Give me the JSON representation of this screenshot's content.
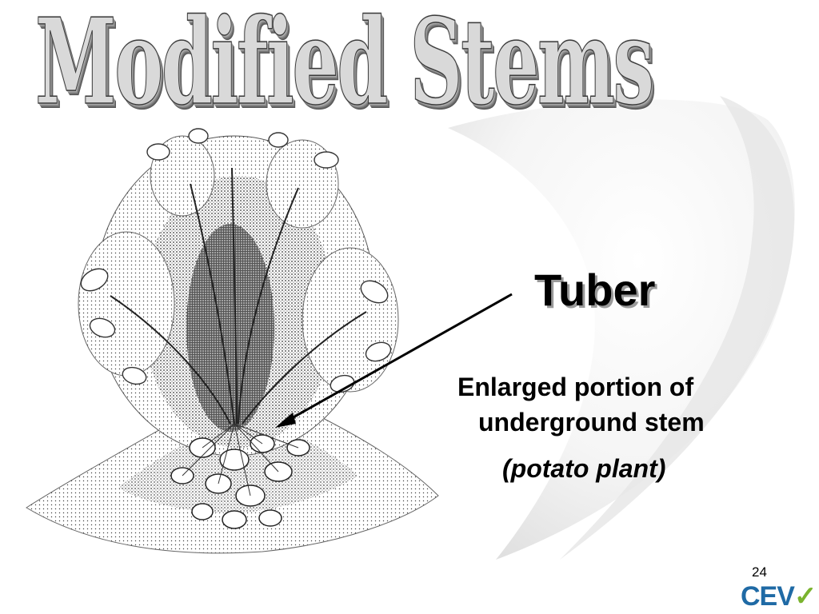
{
  "slide": {
    "title": "Modified Stems",
    "term": "Tuber",
    "definition_line1": "Enlarged portion of",
    "definition_line2": "underground stem",
    "example": "(potato plant)",
    "page_number": "24"
  },
  "logo": {
    "text": "CEV",
    "icon": "checkmark-icon",
    "brand_color": "#1f6aa5",
    "accent_color": "#7ab32e"
  },
  "illustration": {
    "icon": "potato-plant-illustration"
  },
  "colors": {
    "background": "#ffffff",
    "swoosh": "#e8e8e8",
    "title_fill": "#d9d9d9",
    "title_outline": "#3a3a3a"
  }
}
